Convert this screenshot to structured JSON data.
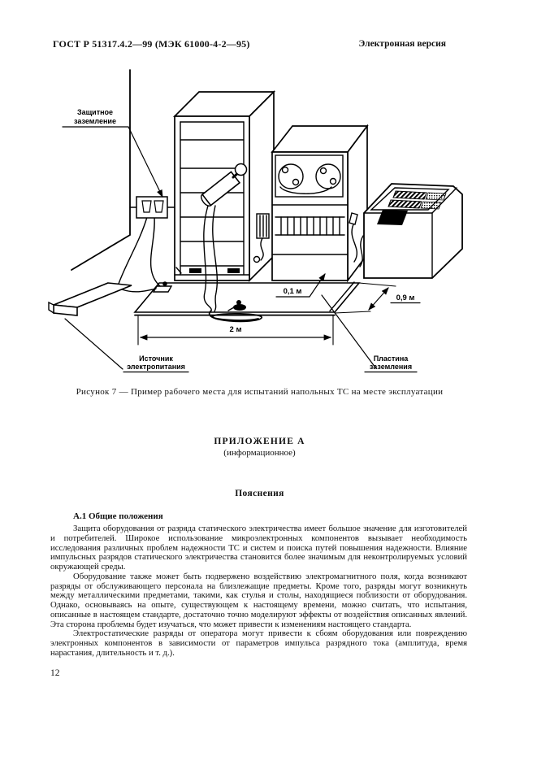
{
  "page": {
    "header_left": "ГОСТ Р 51317.4.2—99 (МЭК 61000-4-2—95)",
    "header_right": "Электронная версия",
    "page_number": "12"
  },
  "figure": {
    "caption": "Рисунок 7 — Пример рабочего места для испытаний напольных ТС на месте эксплуатации",
    "labels": {
      "protective_earth_line1": "Защитное",
      "protective_earth_line2": "заземление",
      "power_source_line1": "Источник",
      "power_source_line2": "электропитания",
      "ground_plate_line1": "Пластина",
      "ground_plate_line2": "заземления",
      "dim_01m": "0,1 м",
      "dim_09m": "0,9 м",
      "dim_2m": "2 м"
    }
  },
  "appendix": {
    "title": "ПРИЛОЖЕНИЕ А",
    "subtitle": "(информационное)",
    "section_title": "Пояснения",
    "subsection_title": "А.1 Общие положения",
    "paragraphs": [
      "Защита оборудования от разряда статического электричества имеет большое значение для изготовителей и потребителей. Широкое использование микроэлектронных компонентов вызывает необходимость исследования различных проблем надежности ТС и систем и поиска путей повышения надежности. Влияние импульсных разрядов статического электричества становится более значимым для неконтролируемых условий окружающей среды.",
      "Оборудование также может быть подвержено воздействию электромагнитного поля, когда возникают разряды от обслуживающего персонала на близлежащие предметы. Кроме того, разряды могут возникнуть между металлическими предметами, такими, как стулья и столы, находящиеся поблизости от оборудования. Однако, основываясь на опыте, существующем к настоящему времени, можно считать, что испытания, описанные в настоящем стандарте, достаточно точно моделируют эффекты от воздействия описанных явлений. Эта сторона проблемы будет изучаться, что может привести к изменениям настоящего стандарта.",
      "Электростатические разряды от оператора могут привести к сбоям оборудования или повреждению электронных компонентов в зависимости от параметров импульса разрядного тока (амплитуда, время нарастания, длительность и т. д.)."
    ]
  }
}
